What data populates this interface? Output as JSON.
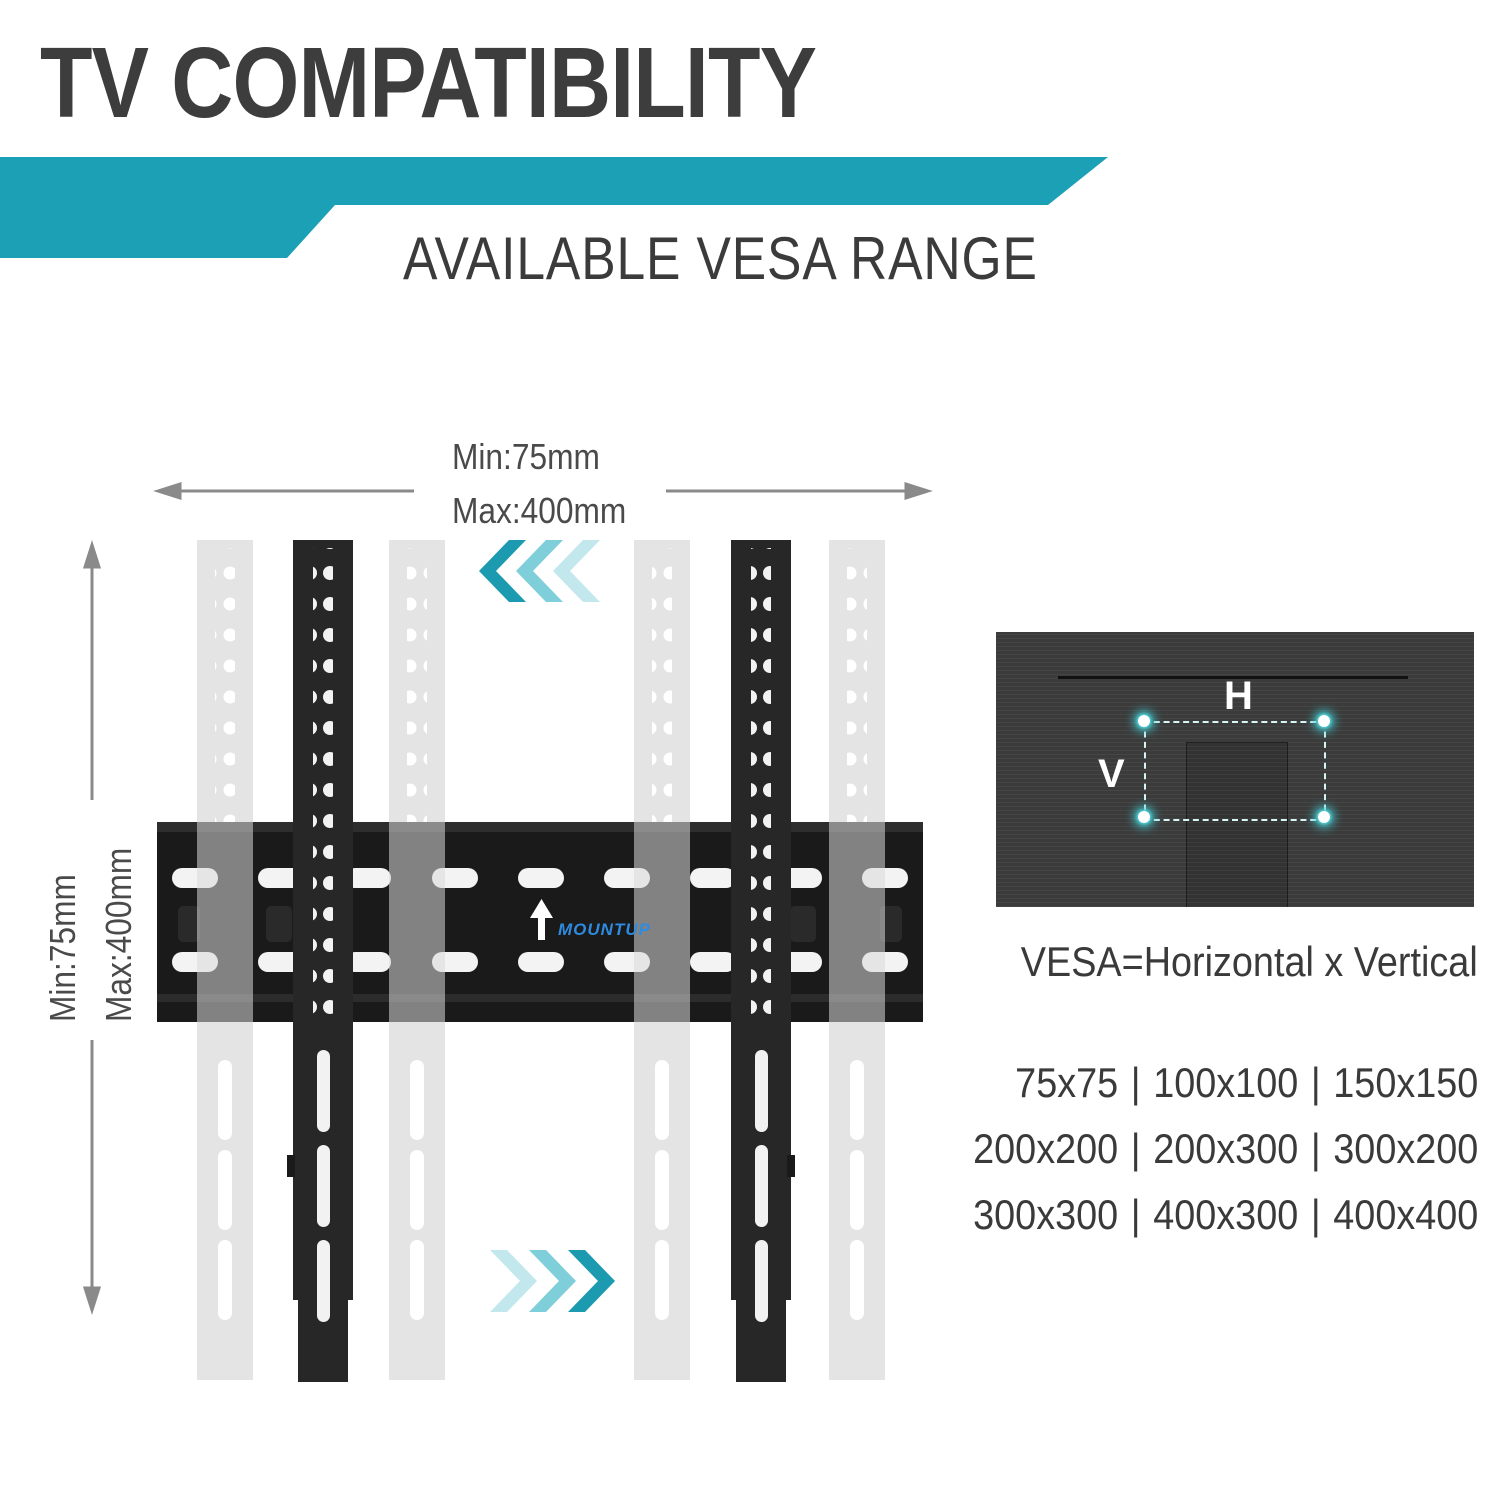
{
  "header": {
    "title": "TV COMPATIBILITY",
    "subtitle": "AVAILABLE VESA RANGE",
    "band_color": "#1ca0b5"
  },
  "diagram": {
    "horizontal_min": "Min:75mm",
    "horizontal_max": "Max:400mm",
    "vertical_min": "Min:75mm",
    "vertical_max": "Max:400mm",
    "brand_logo": "MOUNTUP",
    "arrow_color": "#1c9bb0"
  },
  "tv_back": {
    "h_label": "H",
    "v_label": "V",
    "glow_color": "#3fd0d6"
  },
  "vesa": {
    "formula": "VESA=Horizontal x Vertical",
    "rows": [
      [
        "75x75",
        "100x100",
        "150x150"
      ],
      [
        "200x200",
        "200x300",
        "300x200"
      ],
      [
        "300x300",
        "400x300",
        "400x400"
      ]
    ]
  }
}
